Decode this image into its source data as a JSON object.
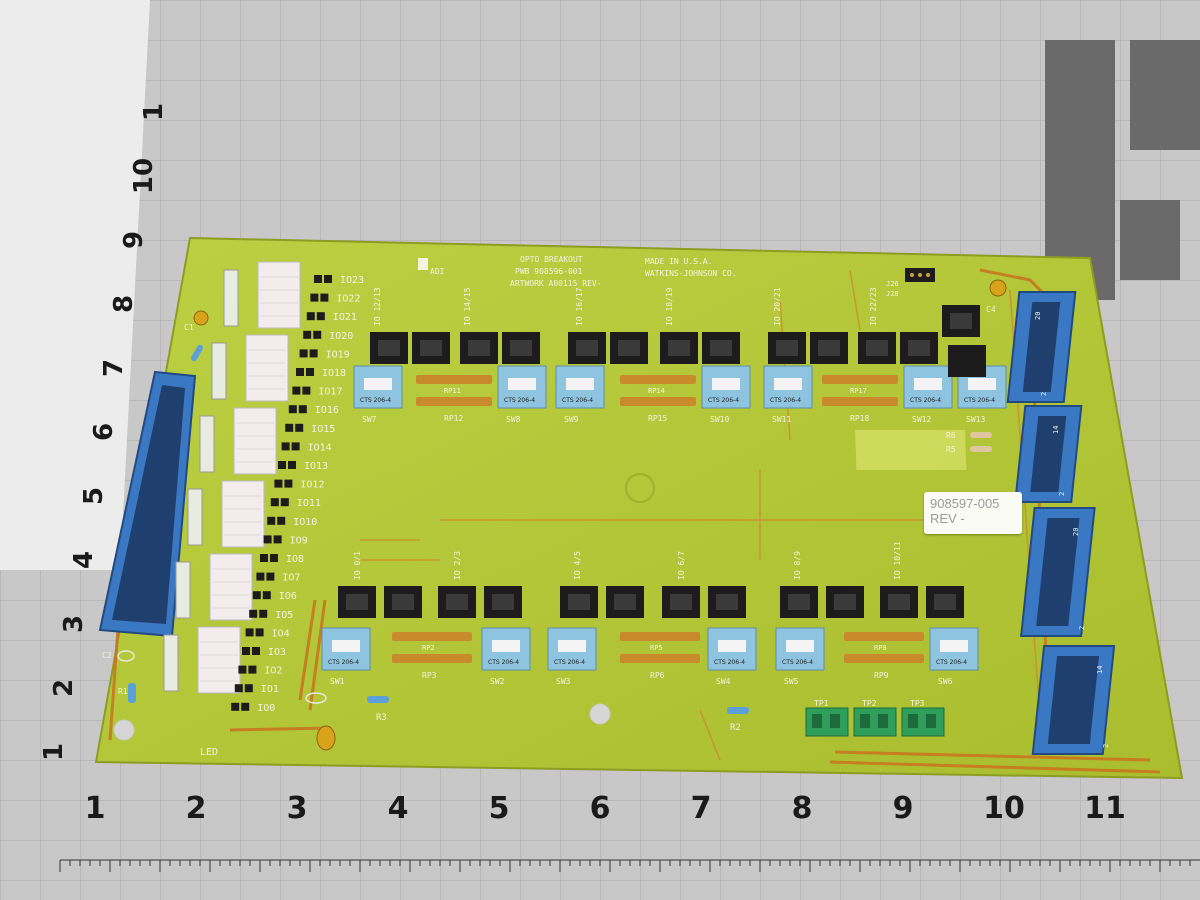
{
  "mat": {
    "ruler_bottom_numbers": [
      "1",
      "2",
      "3",
      "4",
      "5",
      "6",
      "7",
      "8",
      "9",
      "10",
      "11"
    ],
    "ruler_left_numbers": [
      "1",
      "2",
      "3",
      "4",
      "5",
      "6",
      "7",
      "8",
      "9",
      "10",
      "1"
    ]
  },
  "board": {
    "title_lines": [
      "OPTO BREAKOUT",
      "PWB 908596-001",
      "ARTWORK A00115 REV-"
    ],
    "maker_lines": [
      "MADE IN U.S.A.",
      "WATKINS-JOHNSON CO."
    ],
    "logo_text": "ADI",
    "sticker": {
      "part_no": "908597-005",
      "rev": "REV -"
    },
    "io_labels": [
      "IO23",
      "IO22",
      "IO21",
      "IO20",
      "IO19",
      "IO18",
      "IO17",
      "IO16",
      "IO15",
      "IO14",
      "IO13",
      "IO12",
      "IO11",
      "IO10",
      "IO9",
      "IO8",
      "IO7",
      "IO6",
      "IO5",
      "IO4",
      "IO3",
      "IO2",
      "IO1",
      "IO0"
    ],
    "top_switches": [
      "SW7",
      "SW8",
      "SW9",
      "SW10",
      "SW11",
      "SW12",
      "SW13"
    ],
    "bottom_switches": [
      "SW1",
      "SW2",
      "SW3",
      "SW4",
      "SW5",
      "SW6"
    ],
    "top_rps": [
      "RP12",
      "RP15",
      "RP18"
    ],
    "top_rps_small": [
      "RP11",
      "RP14",
      "RP17"
    ],
    "bottom_rps": [
      "RP3",
      "RP6",
      "RP9"
    ],
    "bottom_rps_small": [
      "RP2",
      "RP5",
      "RP8"
    ],
    "top_io_groups": [
      "IO 12/13",
      "IO 14/15",
      "IO 16/17",
      "IO 18/19",
      "IO 20/21",
      "IO 22/23"
    ],
    "bottom_io_groups": [
      "IO 0/1",
      "IO 2/3",
      "IO 4/5",
      "IO 6/7",
      "IO 8/9",
      "IO 10/11"
    ],
    "terminals": [
      "TP1",
      "TP2",
      "TP3"
    ],
    "misc_labels": {
      "led": "LED",
      "r1": "R1",
      "r2": "R2",
      "r3": "R3",
      "r5": "R5",
      "r6": "R6",
      "c1": "C1",
      "c2": "C2",
      "c4": "C4",
      "j26": "J26",
      "j28": "J28",
      "switch_brand": "CTS 206-4"
    },
    "connector_pins": {
      "c1": [
        "20",
        "2"
      ],
      "c2": [
        "14",
        "2"
      ],
      "c3": [
        "20",
        "2"
      ],
      "c4": [
        "14",
        "2"
      ]
    }
  },
  "colors": {
    "mat": "#c9c9c9",
    "grid": "#a7a7a7",
    "pcb": "#b9cc3c",
    "trace": "#c8771f",
    "connector": "#3b78c4",
    "socket": "#1c1c1c",
    "switch": "#8ec4df"
  }
}
